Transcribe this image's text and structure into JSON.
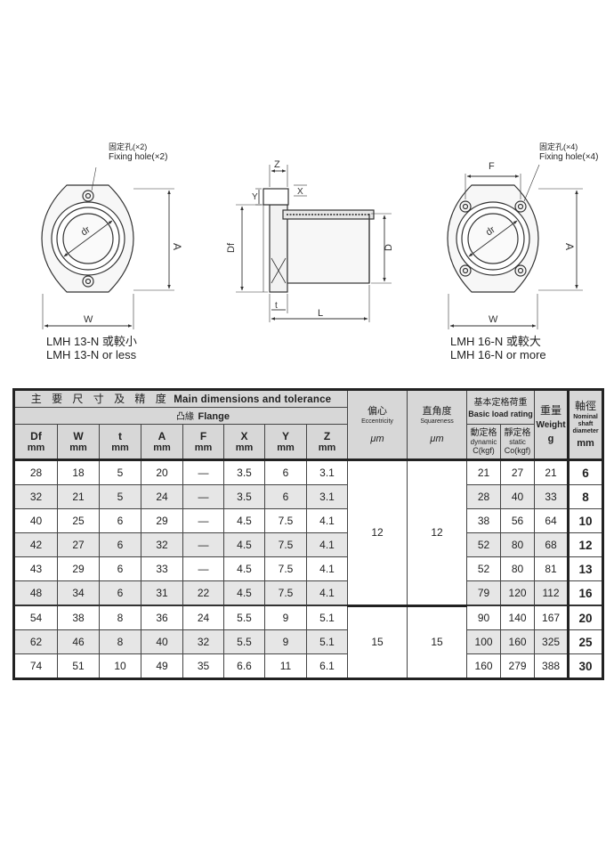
{
  "drawings": {
    "left": {
      "note_zh": "固定孔(×2)",
      "note_en": "Fixing hole(×2)",
      "dim_dr": "dr",
      "dim_A": "A",
      "dim_W": "W",
      "caption_zh": "LMH 13-N 或較小",
      "caption_en": "LMH 13-N or less"
    },
    "middle": {
      "dim_Z": "Z",
      "dim_Y": "Y",
      "dim_X": "X",
      "dim_Df": "Df",
      "dim_D": "D",
      "dim_t": "t",
      "dim_L": "L"
    },
    "right": {
      "note_zh": "固定孔(×4)",
      "note_en": "Fixing hole(×4)",
      "dim_F": "F",
      "dim_dr": "dr",
      "dim_A": "A",
      "dim_W": "W",
      "caption_zh": "LMH 16-N 或較大",
      "caption_en": "LMH 16-N or more"
    }
  },
  "table": {
    "header": {
      "main_zh": "主 要 尺 寸 及 精 度",
      "main_en": "Main dimensions and tolerance",
      "flange_zh": "凸緣",
      "flange_en": "Flange",
      "eccentricity_zh": "偏心",
      "eccentricity_en": "Eccentricity",
      "squareness_zh": "直角度",
      "squareness_en": "Squareness",
      "um": "μm",
      "load_zh": "基本定格荷重",
      "load_en": "Basic load rating",
      "dynamic_zh": "動定格",
      "dynamic_en": "dynamic",
      "dynamic_unit": "C(kgf)",
      "static_zh": "靜定格",
      "static_en": "static",
      "static_unit": "Co(kgf)",
      "weight_zh": "重量",
      "weight_en": "Weight",
      "weight_unit": "g",
      "shaft_zh": "軸徑",
      "shaft_en_1": "Nominal",
      "shaft_en_2": "shaft",
      "shaft_en_3": "diameter",
      "shaft_unit": "mm",
      "columns": [
        {
          "sym": "Df",
          "unit": "mm"
        },
        {
          "sym": "W",
          "unit": "mm"
        },
        {
          "sym": "t",
          "unit": "mm"
        },
        {
          "sym": "A",
          "unit": "mm"
        },
        {
          "sym": "F",
          "unit": "mm"
        },
        {
          "sym": "X",
          "unit": "mm"
        },
        {
          "sym": "Y",
          "unit": "mm"
        },
        {
          "sym": "Z",
          "unit": "mm"
        }
      ]
    },
    "rows": [
      {
        "Df": "28",
        "W": "18",
        "t": "5",
        "A": "20",
        "F": "—",
        "X": "3.5",
        "Y": "6",
        "Z": "3.1",
        "C": "21",
        "Co": "27",
        "weight": "21",
        "shaft": "6"
      },
      {
        "Df": "32",
        "W": "21",
        "t": "5",
        "A": "24",
        "F": "—",
        "X": "3.5",
        "Y": "6",
        "Z": "3.1",
        "C": "28",
        "Co": "40",
        "weight": "33",
        "shaft": "8"
      },
      {
        "Df": "40",
        "W": "25",
        "t": "6",
        "A": "29",
        "F": "—",
        "X": "4.5",
        "Y": "7.5",
        "Z": "4.1",
        "C": "38",
        "Co": "56",
        "weight": "64",
        "shaft": "10"
      },
      {
        "Df": "42",
        "W": "27",
        "t": "6",
        "A": "32",
        "F": "—",
        "X": "4.5",
        "Y": "7.5",
        "Z": "4.1",
        "C": "52",
        "Co": "80",
        "weight": "68",
        "shaft": "12"
      },
      {
        "Df": "43",
        "W": "29",
        "t": "6",
        "A": "33",
        "F": "—",
        "X": "4.5",
        "Y": "7.5",
        "Z": "4.1",
        "C": "52",
        "Co": "80",
        "weight": "81",
        "shaft": "13"
      },
      {
        "Df": "48",
        "W": "34",
        "t": "6",
        "A": "31",
        "F": "22",
        "X": "4.5",
        "Y": "7.5",
        "Z": "4.1",
        "C": "79",
        "Co": "120",
        "weight": "112",
        "shaft": "16"
      },
      {
        "Df": "54",
        "W": "38",
        "t": "8",
        "A": "36",
        "F": "24",
        "X": "5.5",
        "Y": "9",
        "Z": "5.1",
        "C": "90",
        "Co": "140",
        "weight": "167",
        "shaft": "20"
      },
      {
        "Df": "62",
        "W": "46",
        "t": "8",
        "A": "40",
        "F": "32",
        "X": "5.5",
        "Y": "9",
        "Z": "5.1",
        "C": "100",
        "Co": "160",
        "weight": "325",
        "shaft": "25"
      },
      {
        "Df": "74",
        "W": "51",
        "t": "10",
        "A": "49",
        "F": "35",
        "X": "6.6",
        "Y": "11",
        "Z": "6.1",
        "C": "160",
        "Co": "279",
        "weight": "388",
        "shaft": "30"
      }
    ],
    "groups": [
      {
        "eccentricity": "12",
        "squareness": "12"
      },
      {
        "eccentricity": "15",
        "squareness": "15"
      }
    ]
  }
}
